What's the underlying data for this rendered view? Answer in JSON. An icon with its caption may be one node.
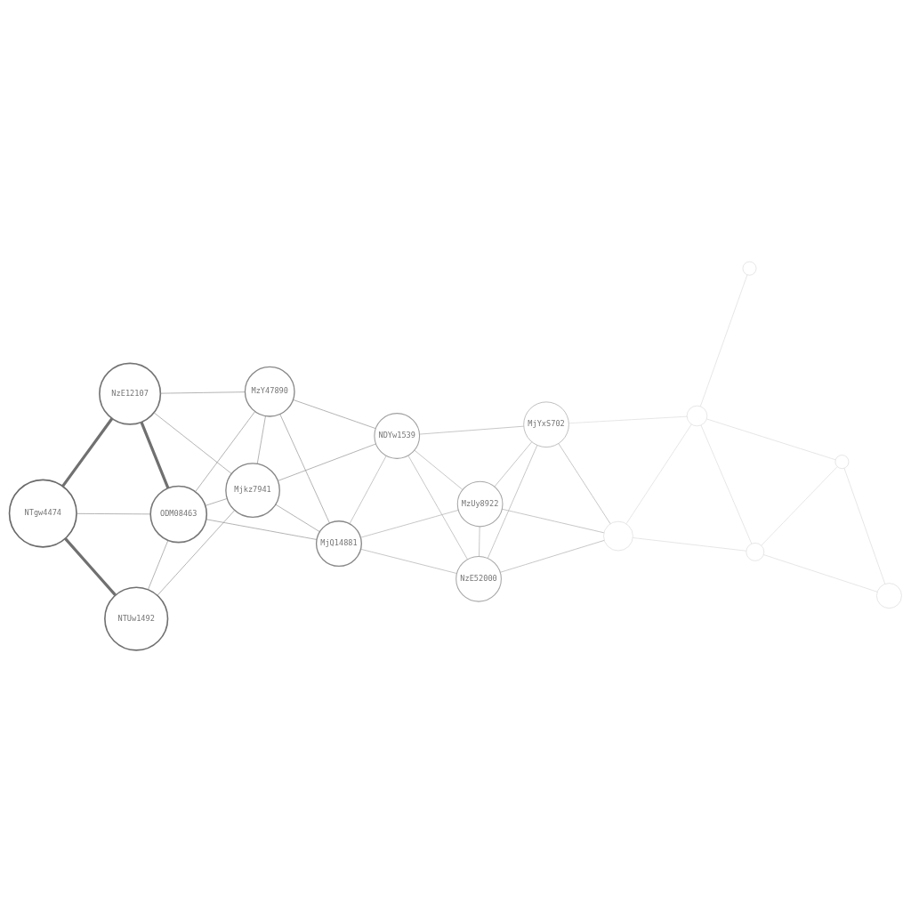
{
  "diagram": {
    "nodes": [
      {
        "text": [
          "NTUw1492"
        ]
      },
      {
        "text": [
          "NTgw4474"
        ]
      },
      {
        "text": [
          "ODM08463"
        ]
      },
      {
        "text": [
          "NzE12107"
        ]
      },
      {
        "text": [
          "MzY47890"
        ]
      },
      {
        "text": [
          "MjQ14881"
        ]
      },
      {
        "text": [
          "Mjkz7941"
        ]
      },
      {
        "text": [
          "NDYw1539"
        ]
      },
      {
        "text": [
          "MzUy8922"
        ]
      },
      {
        "text": [
          "MjYxS702"
        ]
      },
      {
        "text": [
          "NzE52000"
        ]
      },
      {
        "text": [],
        "shape": "circle"
      },
      {
        "text": [],
        "shape": "circle"
      },
      {
        "text": [],
        "shape": "circle"
      },
      {
        "text": [],
        "shape": "circle"
      },
      {
        "text": [],
        "shape": "circle"
      },
      {
        "text": [],
        "shape": "circle"
      }
    ],
    "edges": [
      {
        "from": 0,
        "to": 1,
        "arrow": "none",
        "style": "thick",
        "color": "#707070"
      },
      {
        "from": 0,
        "to": 2,
        "arrow": "none"
      },
      {
        "from": 0,
        "to": 6,
        "arrow": "none"
      },
      {
        "from": 1,
        "to": 3,
        "arrow": "none",
        "style": "thick",
        "color": "#707070"
      },
      {
        "from": 1,
        "to": 2,
        "arrow": "none"
      },
      {
        "from": 2,
        "to": 3,
        "arrow": "none",
        "style": "thick",
        "color": "#707070"
      },
      {
        "from": 2,
        "to": 6,
        "arrow": "none"
      },
      {
        "from": 2,
        "to": 5,
        "arrow": "none"
      },
      {
        "from": 2,
        "to": 4,
        "arrow": "none"
      },
      {
        "from": 3,
        "to": 6,
        "arrow": "none"
      },
      {
        "from": 3,
        "to": 4,
        "arrow": "none"
      },
      {
        "from": 4,
        "to": 5,
        "arrow": "none"
      },
      {
        "from": 4,
        "to": 6,
        "arrow": "none"
      },
      {
        "from": 4,
        "to": 7,
        "arrow": "none"
      },
      {
        "from": 5,
        "to": 6,
        "arrow": "none"
      },
      {
        "from": 5,
        "to": 8,
        "arrow": "none",
        "color": "#a8a8a8"
      },
      {
        "from": 5,
        "to": 7,
        "arrow": "none",
        "color": "#a8a8a8"
      },
      {
        "from": 10,
        "to": 5,
        "arrow": "none",
        "color": "#a8a8a8"
      },
      {
        "from": 10,
        "to": 16,
        "arrow": "none",
        "color": "#a8a8a8"
      },
      {
        "from": 10,
        "to": 7,
        "arrow": "none",
        "color": "#a8a8a8"
      },
      {
        "from": 10,
        "to": 9,
        "arrow": "none",
        "color": "#a8a8a8"
      },
      {
        "from": 10,
        "to": 8,
        "arrow": "none",
        "color": "#a8a8a8"
      },
      {
        "from": 8,
        "to": 9,
        "arrow": "none",
        "color": "#a8a8a8"
      },
      {
        "from": 8,
        "to": 16,
        "arrow": "none",
        "color": "#a8a8a8"
      },
      {
        "from": 8,
        "to": 7,
        "arrow": "none",
        "color": "#a8a8a8"
      },
      {
        "from": 9,
        "to": 16,
        "arrow": "none",
        "color": "#a8a8a8"
      },
      {
        "from": 9,
        "to": 7,
        "arrow": "none",
        "color": "#a8a8a8"
      },
      {
        "from": 6,
        "to": 7,
        "arrow": "none"
      },
      {
        "from": 11,
        "to": 13,
        "arrow": "none",
        "color": "#d8d8d8"
      },
      {
        "from": 11,
        "to": 9,
        "arrow": "none",
        "color": "#d8d8d8"
      },
      {
        "from": 11,
        "to": 14,
        "arrow": "none",
        "color": "#d8d8d8"
      },
      {
        "from": 11,
        "to": 15,
        "arrow": "none",
        "color": "#d8d8d8"
      },
      {
        "from": 11,
        "to": 16,
        "arrow": "none",
        "color": "#d8d8d8"
      },
      {
        "from": 13,
        "to": 12,
        "arrow": "none",
        "color": "#d8d8d8"
      },
      {
        "from": 13,
        "to": 15,
        "arrow": "none",
        "color": "#d8d8d8"
      },
      {
        "from": 13,
        "to": 16,
        "arrow": "none",
        "color": "#d8d8d8"
      },
      {
        "from": 12,
        "to": 15,
        "arrow": "none",
        "color": "#d8d8d8"
      }
    ]
  }
}
